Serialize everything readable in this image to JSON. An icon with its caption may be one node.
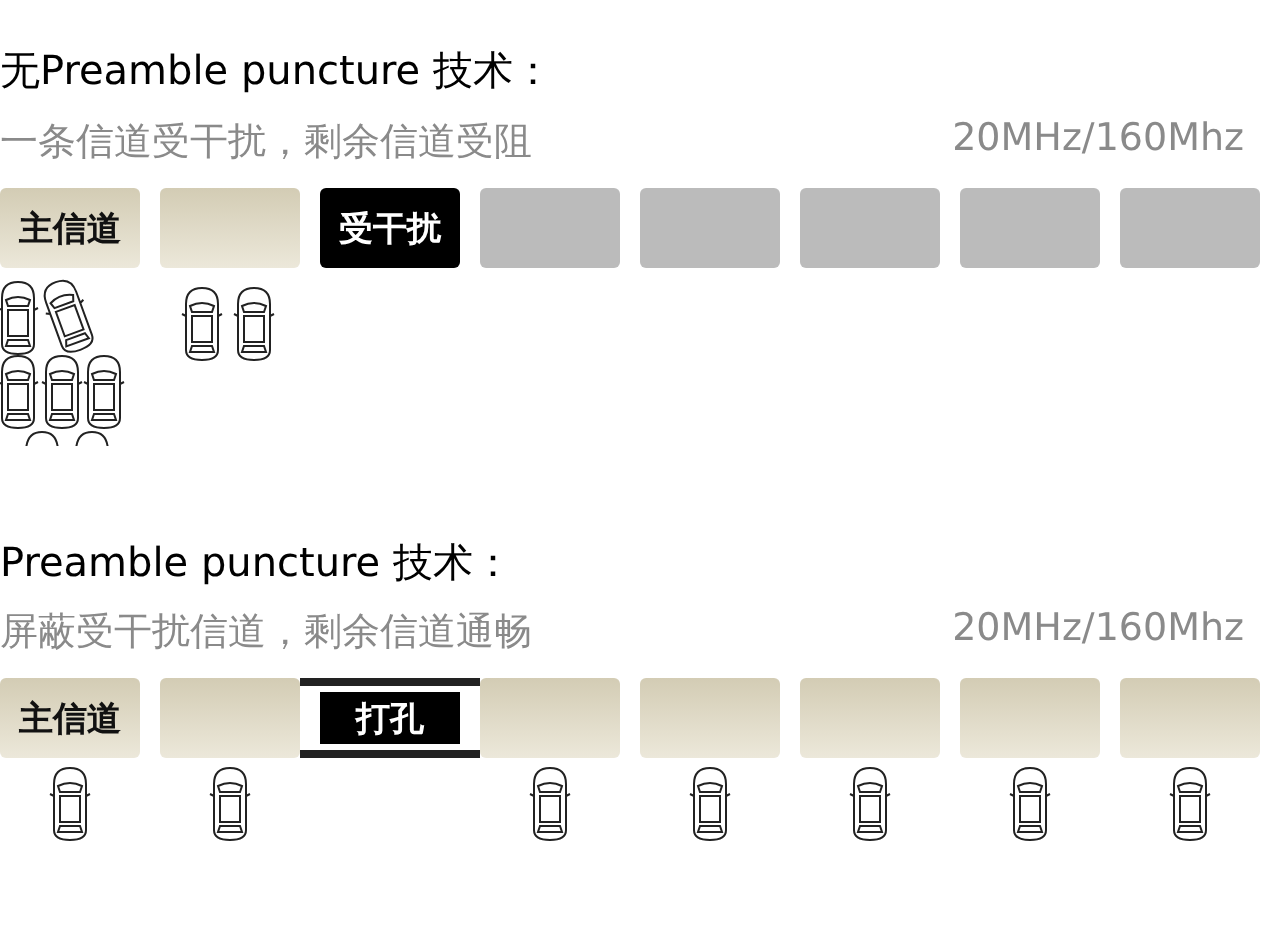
{
  "diagram": {
    "nodes": [
      {
        "text": [
          "主信道"
        ]
      },
      {
        "text": [],
        "shape": "box"
      },
      {
        "text": [
          "受干扰"
        ]
      },
      {
        "text": [],
        "shape": "box"
      },
      {
        "text": [],
        "shape": "box"
      },
      {
        "text": [],
        "shape": "box"
      },
      {
        "text": [],
        "shape": "box"
      },
      {
        "text": [],
        "shape": "box"
      },
      {
        "text": [
          "主信道"
        ]
      },
      {
        "text": [],
        "shape": "box"
      },
      {
        "text": [
          "打孔"
        ]
      },
      {
        "text": [],
        "shape": "box"
      },
      {
        "text": [],
        "shape": "box"
      },
      {
        "text": [],
        "shape": "box"
      },
      {
        "text": [],
        "shape": "box"
      },
      {
        "text": [],
        "shape": "box"
      }
    ],
    "labels": [
      "无Preamble puncture 技术：",
      "一条信道受干扰，剩余信道受阻",
      "20MHz/160Mhz",
      "Preamble puncture 技术：",
      "屏蔽受干扰信道，剩余信道通畅",
      "20MHz/160Mhz"
    ]
  }
}
